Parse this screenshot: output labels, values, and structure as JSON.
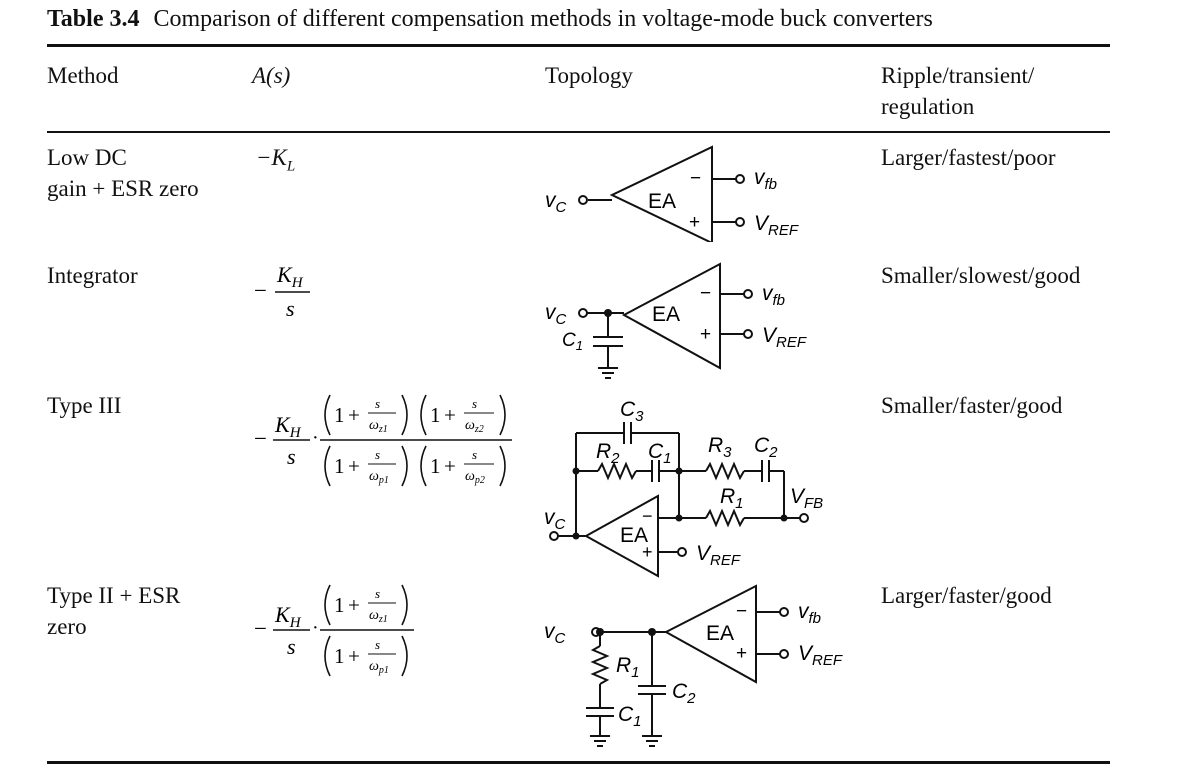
{
  "table": {
    "number": "Table 3.4",
    "title": "Comparison of different compensation methods in voltage-mode buck converters",
    "headers": {
      "method": "Method",
      "as": "A(s)",
      "topology": "Topology",
      "ripple_line1": "Ripple/transient/",
      "ripple_line2": "regulation"
    },
    "rows": [
      {
        "method_line1": "Low DC",
        "method_line2": "gain + ESR zero",
        "as": "−K",
        "as_sub": "L",
        "ripple": "Larger/fastest/poor",
        "topology": {
          "amp": "EA",
          "minus": "−",
          "plus": "+",
          "vc": "v",
          "vc_sub": "C",
          "vfb": "v",
          "vfb_sub": "fb",
          "vref": "V",
          "vref_sub": "REF"
        }
      },
      {
        "method_line1": "Integrator",
        "as_num": "K",
        "as_num_sub": "H",
        "as_den": "s",
        "as_sign": "−",
        "ripple": "Smaller/slowest/good",
        "topology": {
          "amp": "EA",
          "minus": "−",
          "plus": "+",
          "vc": "v",
          "vc_sub": "C",
          "vfb": "v",
          "vfb_sub": "fb",
          "vref": "V",
          "vref_sub": "REF",
          "c1": "C",
          "c1_sub": "1"
        }
      },
      {
        "method_line1": "Type III",
        "as_sign": "−",
        "as_k": "K",
        "as_k_sub": "H",
        "as_s": "s",
        "as_one": "1",
        "as_plus": "+",
        "as_frac_num": "s",
        "as_wz1": "ω",
        "as_wz1_sub": "z1",
        "as_wz2": "ω",
        "as_wz2_sub": "z2",
        "as_wp1": "ω",
        "as_wp1_sub": "p1",
        "as_wp2": "ω",
        "as_wp2_sub": "p2",
        "ripple": "Smaller/faster/good",
        "topology": {
          "amp": "EA",
          "minus": "−",
          "plus": "+",
          "vc": "v",
          "vc_sub": "C",
          "vfb": "V",
          "vfb_sub": "FB",
          "vref": "V",
          "vref_sub": "REF",
          "c3": "C",
          "c3_sub": "3",
          "r2": "R",
          "r2_sub": "2",
          "c1": "C",
          "c1_sub": "1",
          "r3": "R",
          "r3_sub": "3",
          "c2": "C",
          "c2_sub": "2",
          "r1": "R",
          "r1_sub": "1"
        }
      },
      {
        "method_line1": "Type II + ESR",
        "method_line2": "zero",
        "as_sign": "−",
        "as_k": "K",
        "as_k_sub": "H",
        "as_s": "s",
        "as_one": "1",
        "as_plus": "+",
        "as_frac_num": "s",
        "as_wz1": "ω",
        "as_wz1_sub": "z1",
        "as_wp1": "ω",
        "as_wp1_sub": "p1",
        "ripple": "Larger/faster/good",
        "topology": {
          "amp": "EA",
          "minus": "−",
          "plus": "+",
          "vc": "v",
          "vc_sub": "C",
          "vfb": "v",
          "vfb_sub": "fb",
          "vref": "V",
          "vref_sub": "REF",
          "r1": "R",
          "r1_sub": "1",
          "c1": "C",
          "c1_sub": "1",
          "c2": "C",
          "c2_sub": "2"
        }
      }
    ]
  }
}
